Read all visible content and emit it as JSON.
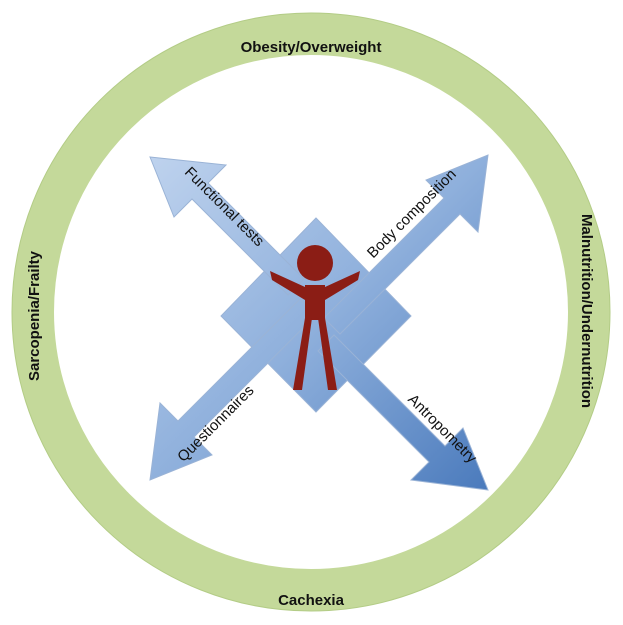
{
  "ring": {
    "top_label": "Obesity/Overweight",
    "bottom_label": "Cachexia",
    "left_label": "Sarcopenia/Frailty",
    "right_label": "Malnutrition/Undernutrition"
  },
  "arrows": {
    "top_left": "Functional tests",
    "top_right": "Body composition",
    "bottom_left": "Questionnaires",
    "bottom_right": "Antropometry"
  },
  "colors": {
    "ring": "#c4d99a",
    "ring_edge": "#b3cc86",
    "arrow_light": "#b7cdea",
    "arrow_dark": "#4f7fbd",
    "figure": "#8b1d15"
  },
  "icons": {
    "center": "person-icon"
  }
}
